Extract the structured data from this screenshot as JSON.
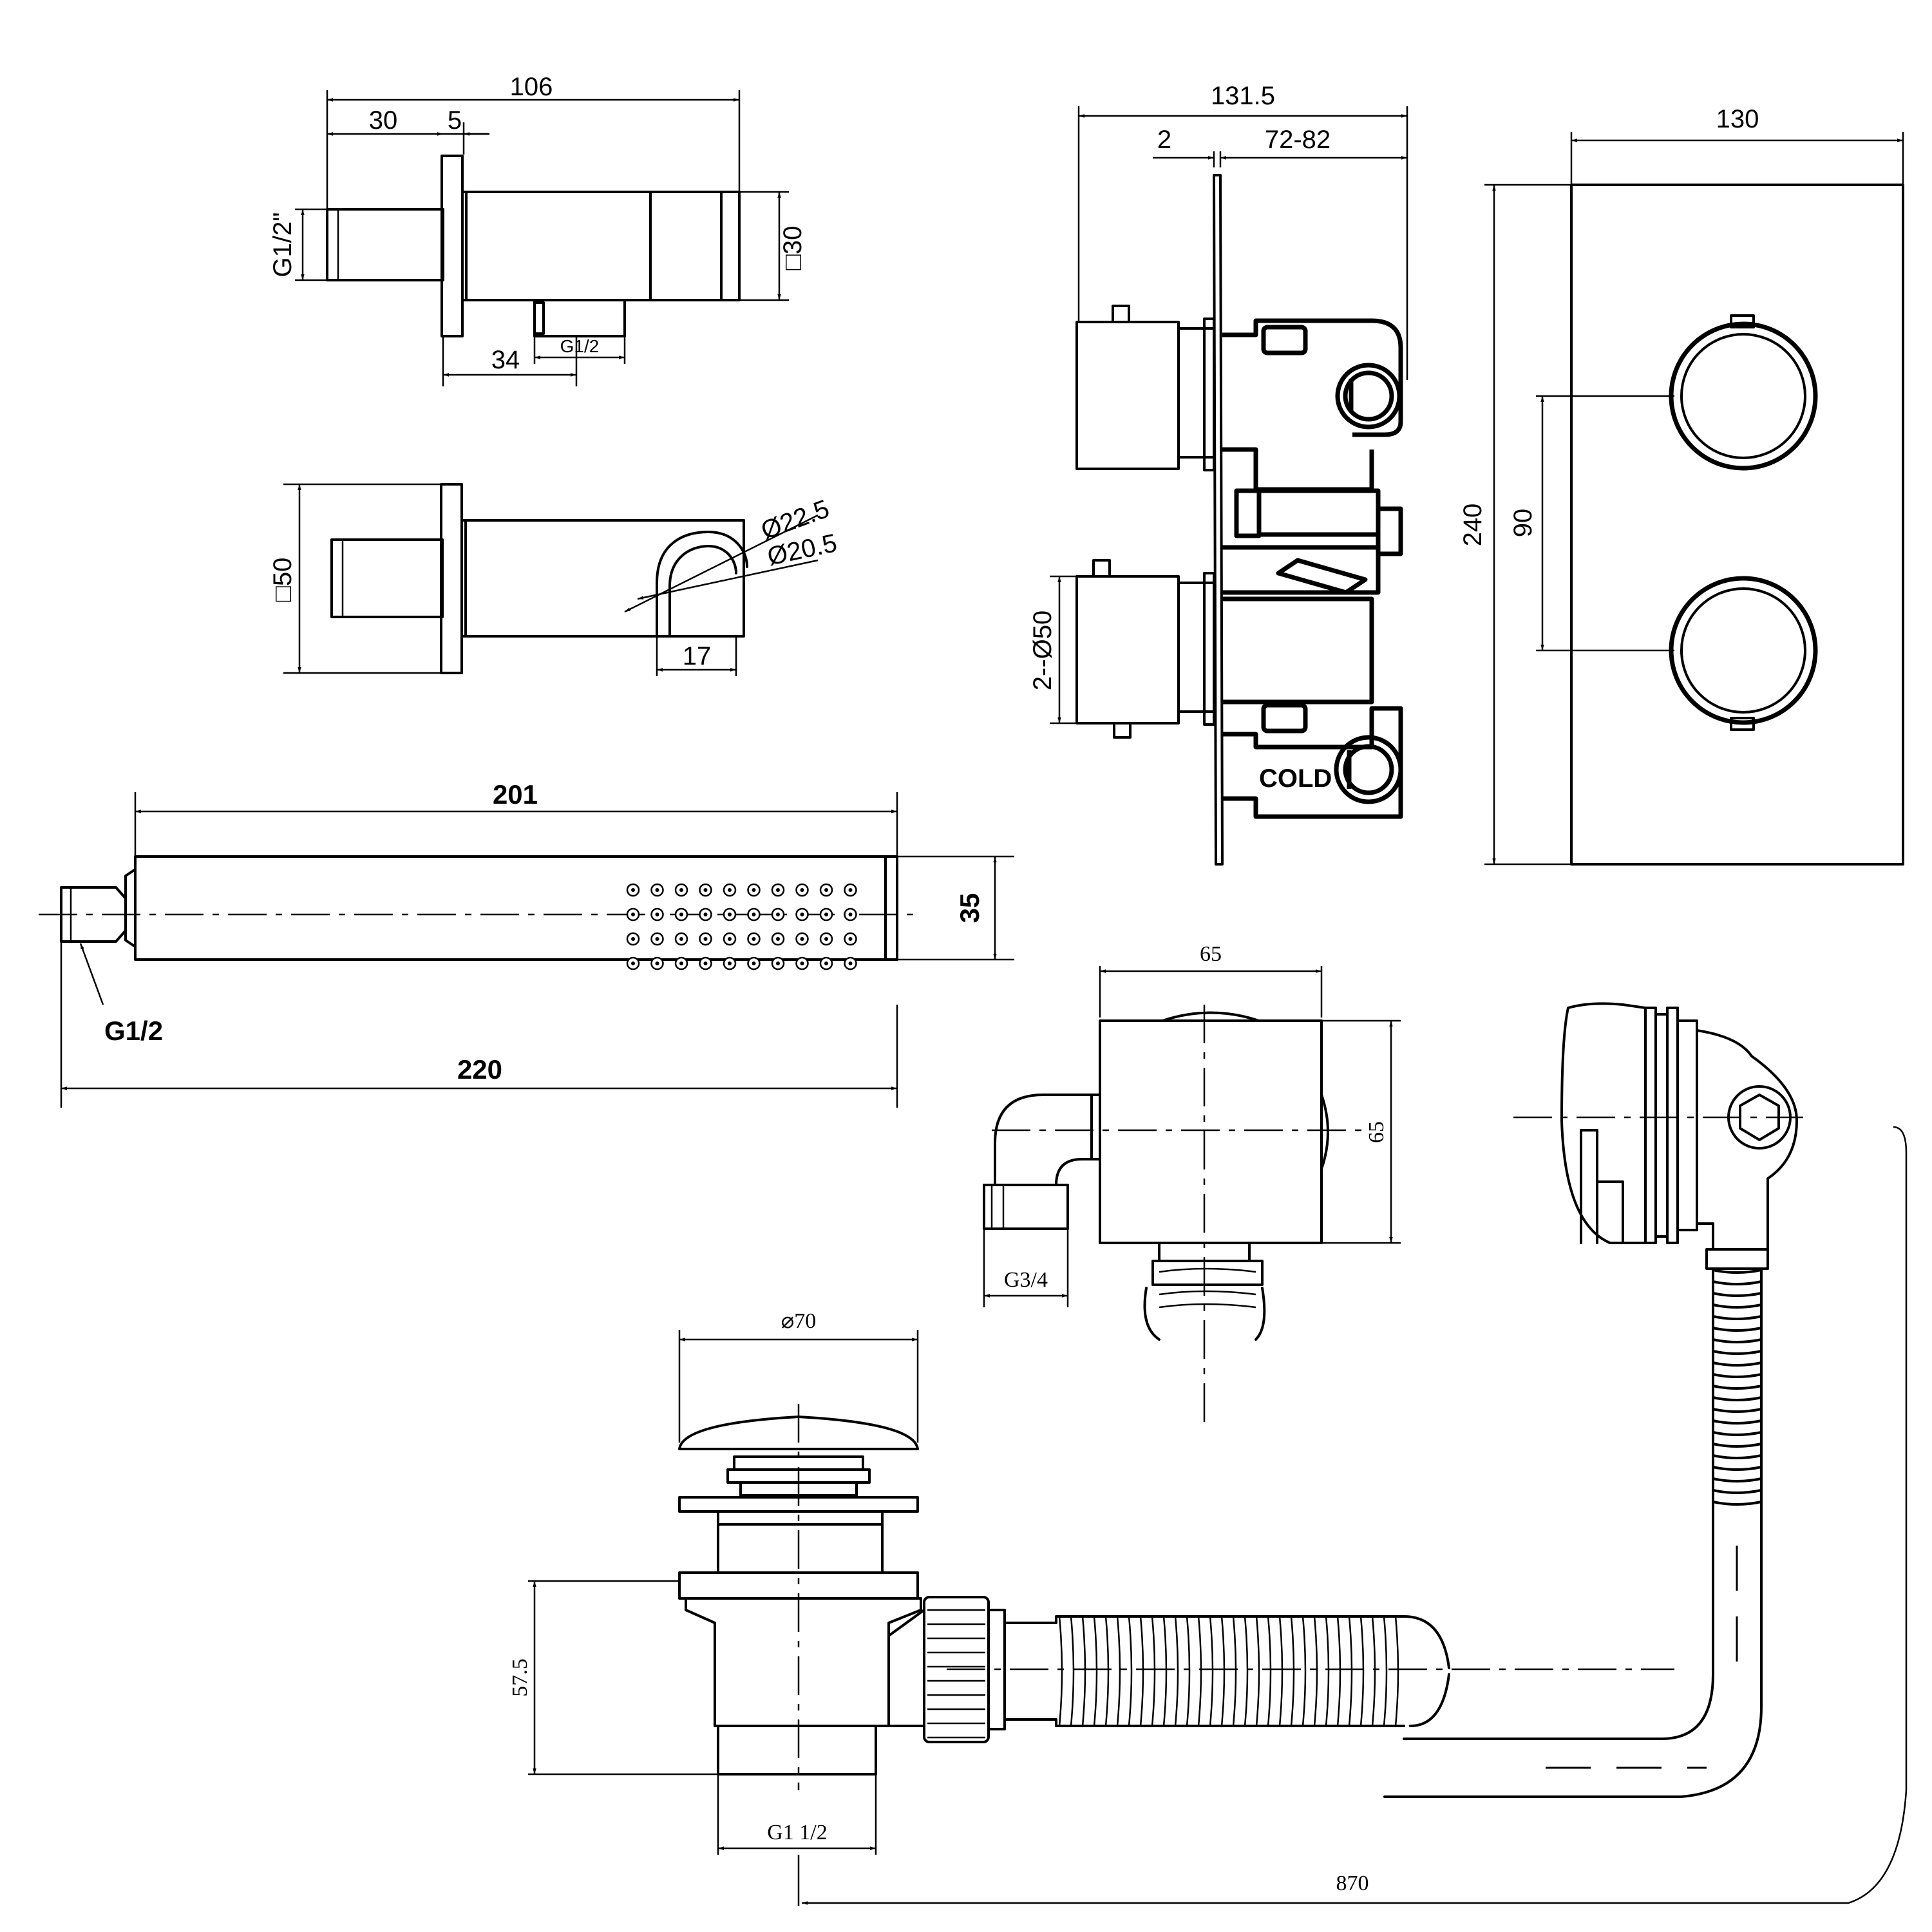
{
  "wall_outlet_top": {
    "dim_overall": "106",
    "dim_stem": "30",
    "dim_plate": "5",
    "dim_inlet_thread": "G1/2\"",
    "dim_body_square": "□30",
    "dim_outlet_offset": "34",
    "dim_outlet_thread": "G1/2"
  },
  "wall_outlet_side": {
    "dim_plate_square": "□50",
    "dim_holder_outer": "Ø22.5",
    "dim_holder_inner": "Ø20.5",
    "dim_holder_width": "17"
  },
  "hand_shower": {
    "dim_head": "201",
    "dim_overall": "220",
    "dim_width": "35",
    "dim_thread": "G1/2"
  },
  "valve_side": {
    "dim_overall": "131.5",
    "dim_plate": "2",
    "dim_depth": "72-82",
    "dim_handle": "2--Ø50",
    "stamp_cold": "COLD"
  },
  "valve_front": {
    "dim_width": "130",
    "dim_height": "240",
    "dim_handle_spacing": "90"
  },
  "bath_filler": {
    "dim_width": "65",
    "dim_height": "65",
    "dim_thread": "G3/4"
  },
  "bath_waste": {
    "dim_cap": "⌀70",
    "dim_body_height": "57.5",
    "dim_thread": "G1 1/2",
    "dim_length": "870"
  }
}
